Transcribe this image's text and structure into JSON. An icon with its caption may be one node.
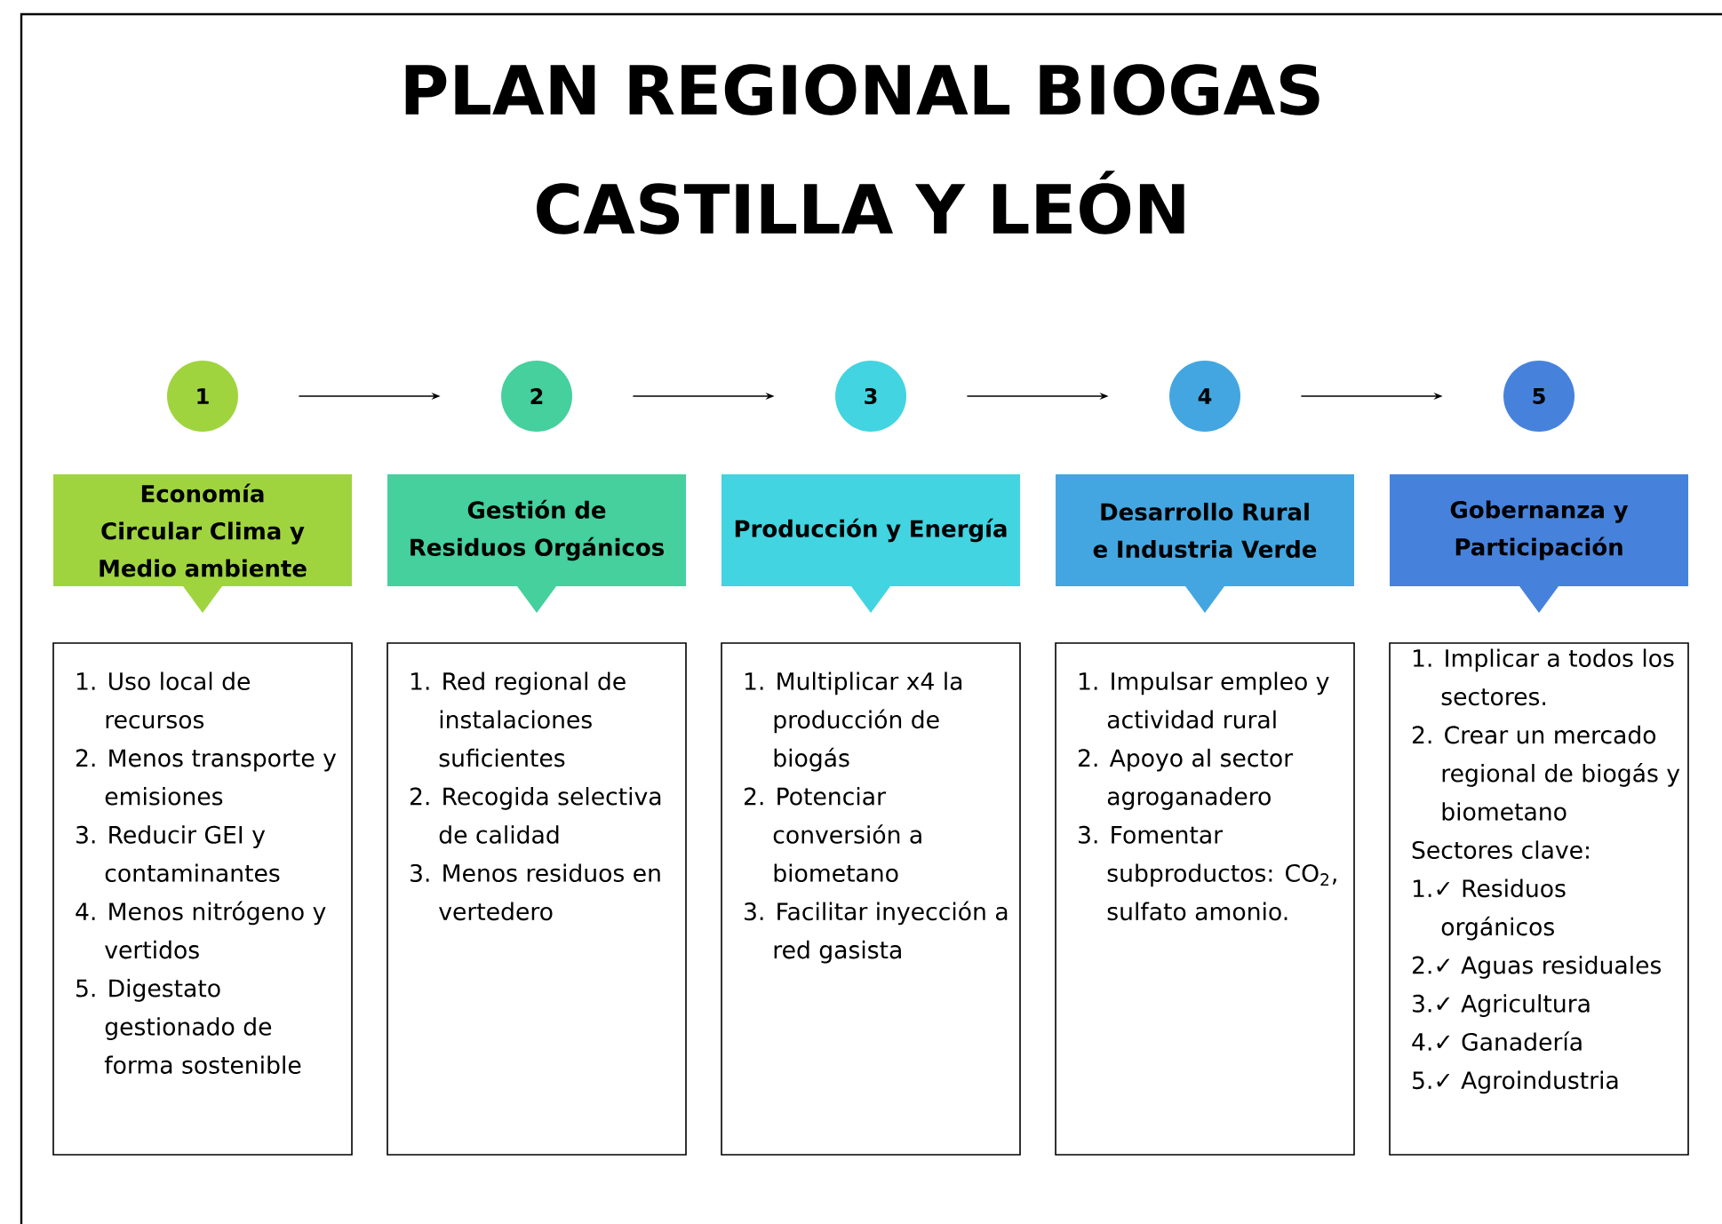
{
  "diagram": {
    "title": "PLAN REGIONAL BIOGAS CASTILLA Y LEÓN",
    "nodes": [
      {
        "text": [
          "1"
        ]
      },
      {
        "text": [
          "2"
        ]
      },
      {
        "text": [
          "3"
        ]
      },
      {
        "text": [
          "4"
        ]
      },
      {
        "text": [
          "5"
        ]
      },
      {
        "text": [
          "Economía Circular Clima y Medio ambiente"
        ]
      },
      {
        "text": [
          "Gestión de Residuos Orgánicos"
        ]
      },
      {
        "text": [
          "Producción y Energía"
        ]
      },
      {
        "text": [
          "Desarrollo Rural e Industria Verde"
        ]
      },
      {
        "text": [
          "Gobernanza y Participación"
        ]
      },
      {
        "text": [
          "1. Uso local de recursos",
          "2. Menos transporte y emisiones",
          "3. Reducir GEI y contaminantes",
          "4. Menos nitrógeno y vertidos",
          "5. Digestato gestionado de forma sostenible"
        ]
      },
      {
        "text": [
          "1. Red regional de instalaciones suficientes",
          "2. Recogida selectiva de calidad",
          "3. Menos residuos en vertedero"
        ]
      },
      {
        "text": [
          "1. Multiplicar x4 la producción de biogás",
          "2. Potenciar conversión a biometano",
          "3. Facilitar inyección a red gasista"
        ]
      },
      {
        "text": [
          "1. Impulsar empleo y actividad rural",
          "2. Apoyo al sector agroganadero",
          "3. Fomentar subproductos: CO$_{2}$, sulfato amonio."
        ]
      },
      {
        "text": [
          "1. Implicar a todos los sectores.",
          "2. Crear un mercado regional de biogás y biometano",
          "Sectores clave:",
          "1.✓ Residuos orgánicos",
          "2.✓ Aguas residuales",
          "3.✓ Agricultura",
          "4.✓ Ganadería",
          "5.✓ Agroindustria"
        ]
      }
    ],
    "edges": [
      {
        "from": 0,
        "to": 1,
        "arrow": "to"
      },
      {
        "from": 1,
        "to": 2,
        "arrow": "to"
      },
      {
        "from": 2,
        "to": 3,
        "arrow": "to"
      },
      {
        "from": 3,
        "to": 4,
        "arrow": "to"
      }
    ]
  }
}
